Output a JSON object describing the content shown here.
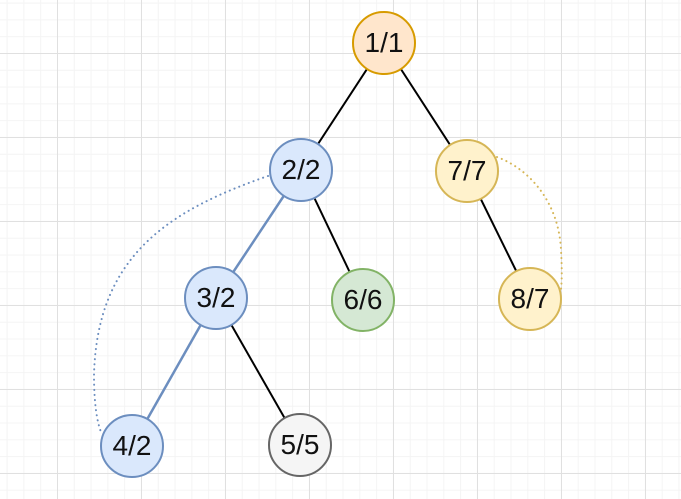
{
  "canvas": {
    "kind": "diagram-grid-canvas",
    "grid": "visible",
    "background_color": "#ffffff",
    "grid_minor_color": "#f4f4f4",
    "grid_major_color": "#e0e0e0"
  },
  "palette": {
    "orange": {
      "fill": "#ffe6cc",
      "stroke": "#d79b00"
    },
    "blue": {
      "fill": "#dae8fc",
      "stroke": "#6c8ebf"
    },
    "yellow": {
      "fill": "#fff2cc",
      "stroke": "#d6b656"
    },
    "green": {
      "fill": "#d5e8d4",
      "stroke": "#82b366"
    },
    "gray": {
      "fill": "#f5f5f5",
      "stroke": "#666666"
    },
    "edge_black": "#000000"
  },
  "tree": {
    "nodes": [
      {
        "label": "1/1",
        "color": "orange"
      },
      {
        "label": "2/2",
        "color": "blue"
      },
      {
        "label": "7/7",
        "color": "yellow"
      },
      {
        "label": "3/2",
        "color": "blue"
      },
      {
        "label": "6/6",
        "color": "green"
      },
      {
        "label": "8/7",
        "color": "yellow"
      },
      {
        "label": "4/2",
        "color": "blue"
      },
      {
        "label": "5/5",
        "color": "gray"
      }
    ],
    "edges": [
      {
        "from": "1/1",
        "to": "2/2",
        "style": "solid",
        "color": "black"
      },
      {
        "from": "1/1",
        "to": "7/7",
        "style": "solid",
        "color": "black"
      },
      {
        "from": "2/2",
        "to": "3/2",
        "style": "solid",
        "color": "blue"
      },
      {
        "from": "2/2",
        "to": "6/6",
        "style": "solid",
        "color": "black"
      },
      {
        "from": "7/7",
        "to": "8/7",
        "style": "solid",
        "color": "black"
      },
      {
        "from": "3/2",
        "to": "4/2",
        "style": "solid",
        "color": "blue"
      },
      {
        "from": "3/2",
        "to": "5/5",
        "style": "solid",
        "color": "black"
      },
      {
        "from": "2/2",
        "to": "4/2",
        "style": "dotted",
        "color": "blue"
      },
      {
        "from": "7/7",
        "to": "8/7",
        "style": "dotted",
        "color": "yellow"
      }
    ]
  }
}
